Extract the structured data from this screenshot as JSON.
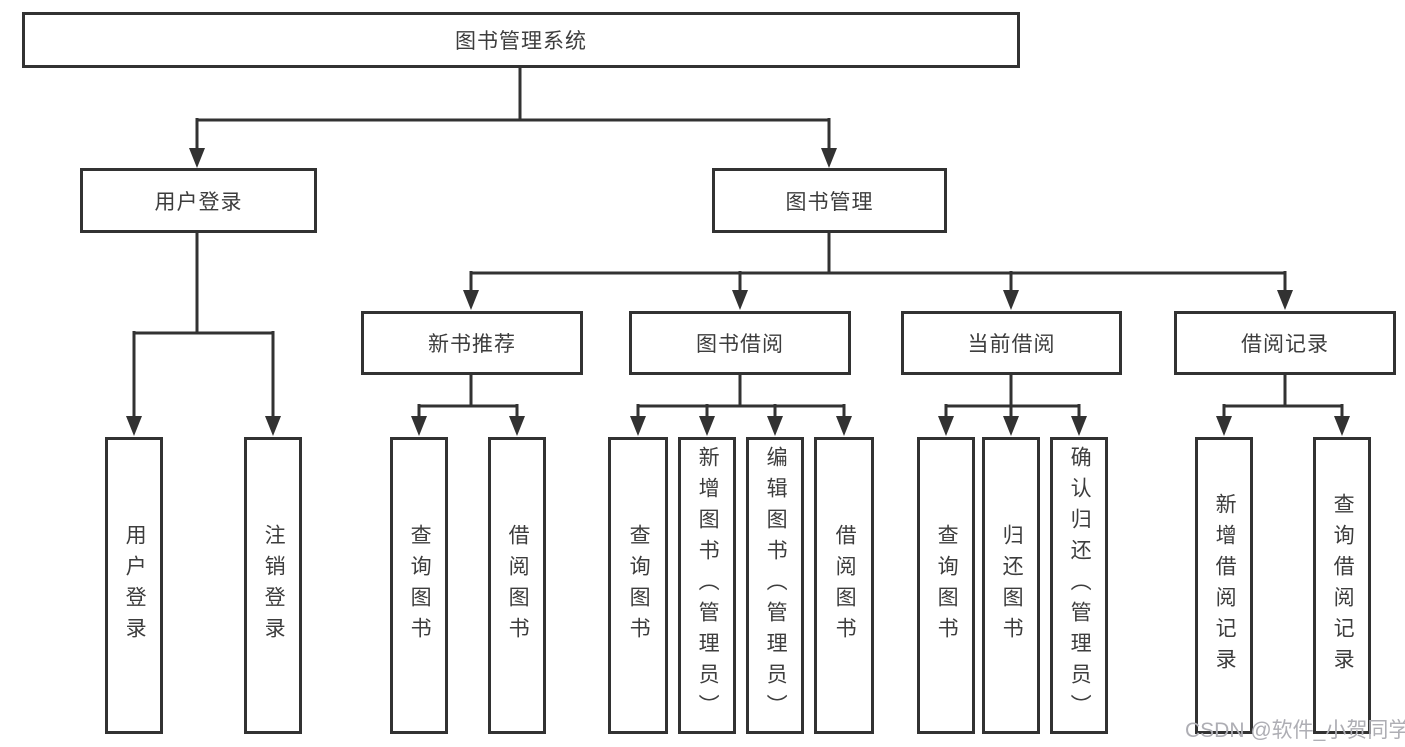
{
  "nodes": {
    "root": "图书管理系统",
    "user_login": "用户登录",
    "book_mgmt": "图书管理",
    "new_book_rec": "新书推荐",
    "book_borrow": "图书借阅",
    "current_borrow": "当前借阅",
    "borrow_record": "借阅记录",
    "leaf_user_login": "用户登录",
    "leaf_logout": "注销登录",
    "leaf_rec_query": "查询图书",
    "leaf_rec_borrow": "借阅图书",
    "leaf_bb_query": "查询图书",
    "leaf_bb_add": "新增图书（管理员）",
    "leaf_bb_edit": "编辑图书（管理员）",
    "leaf_bb_borrow": "借阅图书",
    "leaf_cb_query": "查询图书",
    "leaf_cb_return": "归还图书",
    "leaf_cb_confirm": "确认归还（管理员）",
    "leaf_br_add": "新增借阅记录",
    "leaf_br_query": "查询借阅记录"
  },
  "watermark": "CSDN @软件_小贺同学",
  "colors": {
    "line": "#323232",
    "text": "#3d3d3d",
    "background": "#ffffff",
    "watermark": "#aeaeb4"
  }
}
